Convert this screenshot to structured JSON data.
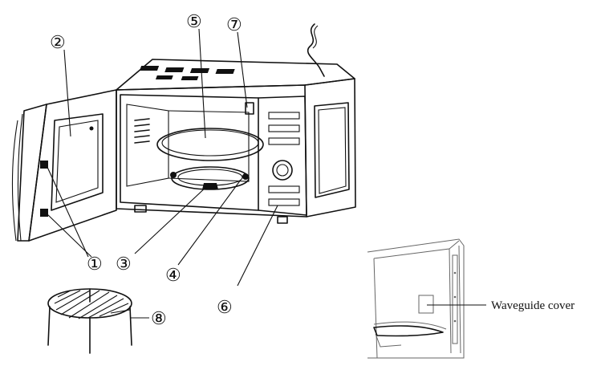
{
  "callouts": [
    {
      "id": "1",
      "label": "①"
    },
    {
      "id": "2",
      "label": "②"
    },
    {
      "id": "3",
      "label": "③"
    },
    {
      "id": "4",
      "label": "④"
    },
    {
      "id": "5",
      "label": "⑤"
    },
    {
      "id": "6",
      "label": "⑥"
    },
    {
      "id": "7",
      "label": "⑦"
    },
    {
      "id": "8",
      "label": "⑧"
    }
  ],
  "inset": {
    "label": "Waveguide cover"
  }
}
